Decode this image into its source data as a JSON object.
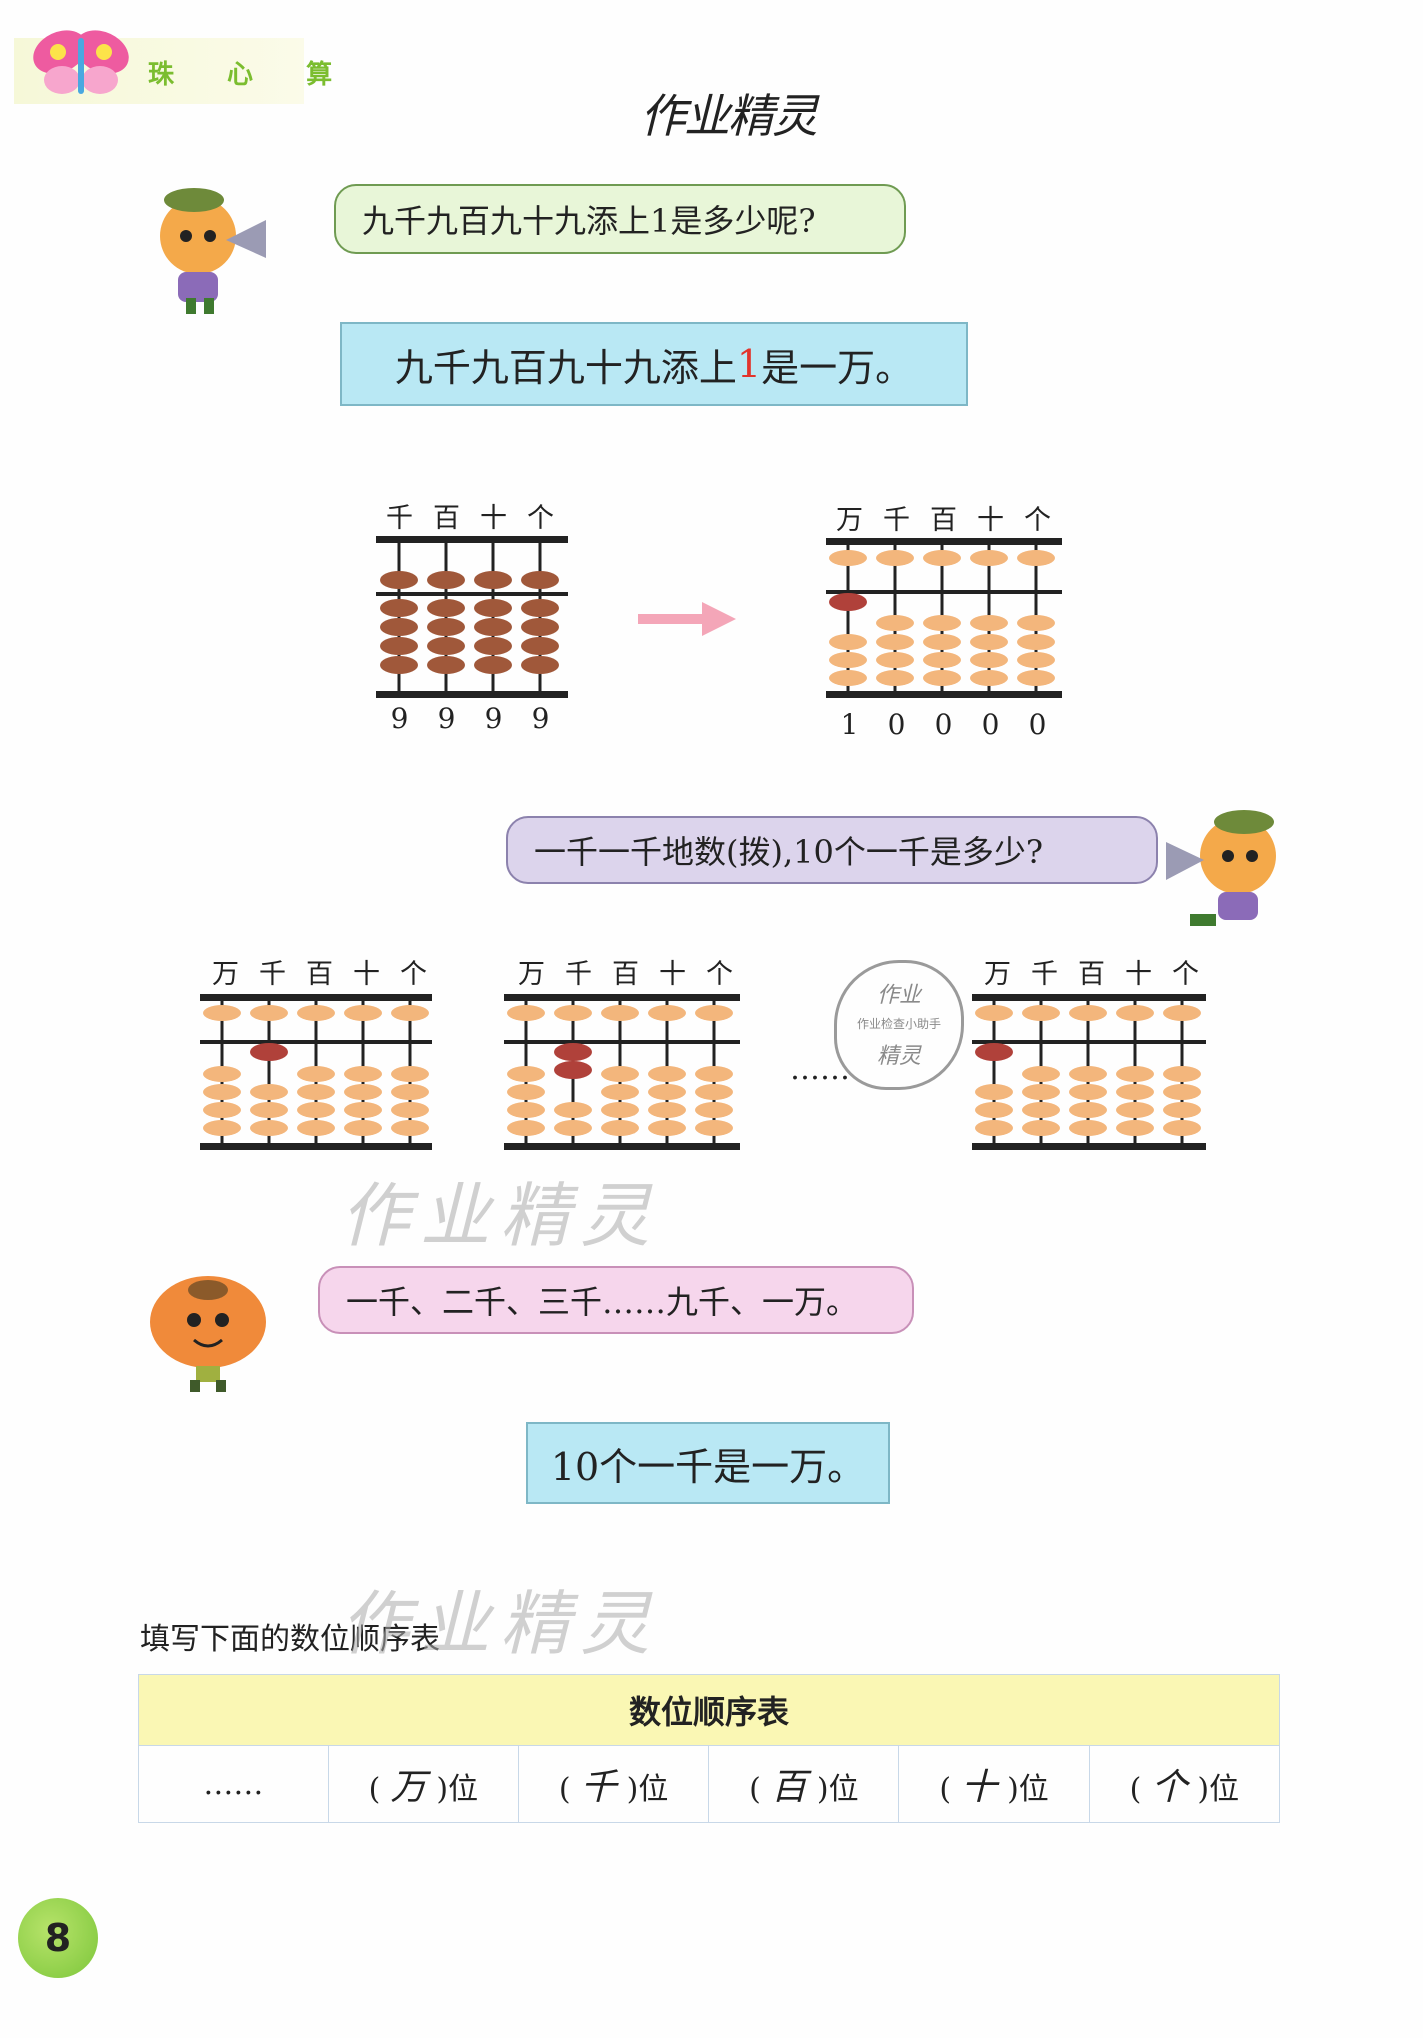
{
  "header": {
    "label": "珠 心 算",
    "handwritten": "作业精灵"
  },
  "bubble1": "九千九百九十九添上1是多少呢?",
  "callout1": {
    "before": "九千九百九十九添上",
    "red": "1",
    "after": "是一万。"
  },
  "abacus_left": {
    "places": [
      "千",
      "百",
      "十",
      "个"
    ],
    "digits": [
      "9",
      "9",
      "9",
      "9"
    ]
  },
  "abacus_right": {
    "places": [
      "万",
      "千",
      "百",
      "十",
      "个"
    ],
    "digits": [
      "1",
      "0",
      "0",
      "0",
      "0"
    ]
  },
  "bubble2": "一千一千地数(拨),10个一千是多少?",
  "row_places": [
    "万",
    "千",
    "百",
    "十",
    "个"
  ],
  "ellipsis": "……",
  "stamp": {
    "line1": "作业",
    "line2": "作业检查小助手",
    "line3": "精灵"
  },
  "bubble3": "一千、二千、三千……九千、一万。",
  "callout2": "10个一千是一万。",
  "instruction": "填写下面的数位顺序表",
  "table": {
    "title": "数位顺序表",
    "first": "……",
    "cells": [
      {
        "fill": "万",
        "suffix": "位"
      },
      {
        "fill": "千",
        "suffix": "位"
      },
      {
        "fill": "百",
        "suffix": "位"
      },
      {
        "fill": "十",
        "suffix": "位"
      },
      {
        "fill": "个",
        "suffix": "位"
      }
    ]
  },
  "page_number": "8",
  "colors": {
    "upper_bead_dark": "#a0583a",
    "lower_bead_light": "#f3b67c",
    "bead_active": "#b0413a"
  }
}
